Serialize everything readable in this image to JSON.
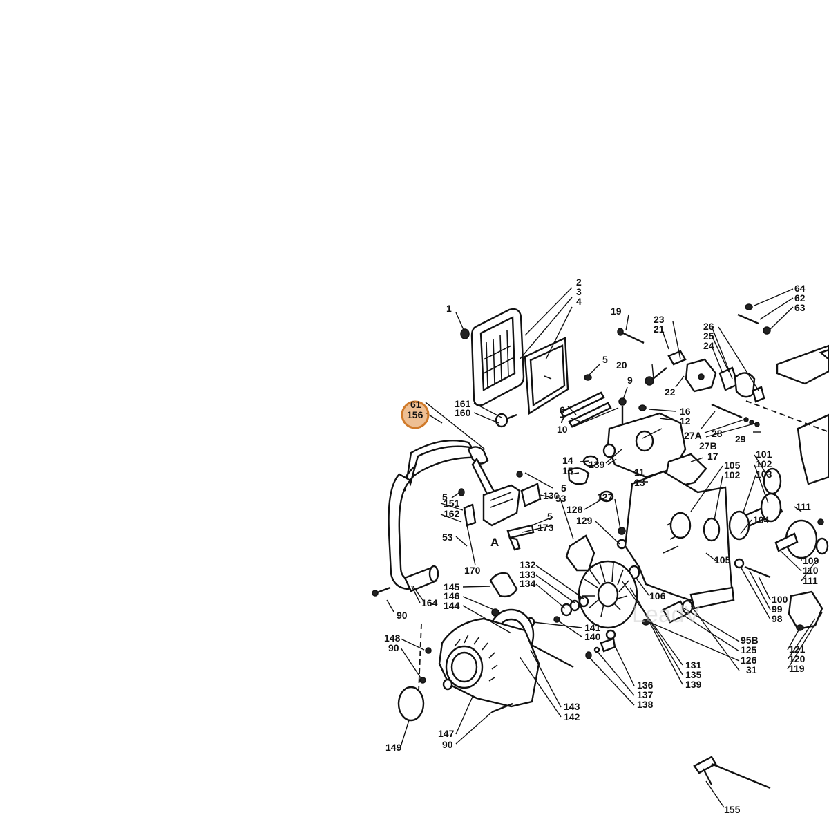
{
  "diagram": {
    "highlight": {
      "color": "#e08a3a",
      "label": "156"
    },
    "watermark": "LeadV",
    "labels": {
      "l1": "1",
      "l2": "2",
      "l3": "3",
      "l4": "4",
      "l5a": "5",
      "l6": "6",
      "l7": "7",
      "l9": "9",
      "l10": "10",
      "l11": "11",
      "l12": "12",
      "l13": "13",
      "l14": "14",
      "l15": "15",
      "l16": "16",
      "l17": "17",
      "l19": "19",
      "l20": "20",
      "l21": "21",
      "l22": "22",
      "l23": "23",
      "l24": "24",
      "l25": "25",
      "l26": "26",
      "l27a": "27A",
      "l27b": "27B",
      "l28": "28",
      "l29": "29",
      "l61": "61",
      "l62": "62",
      "l63": "63",
      "l64": "64",
      "l160": "160",
      "l161": "161",
      "l5b": "5",
      "l5c": "5",
      "l5d": "5",
      "l53a": "53",
      "l53b": "53",
      "l151": "151",
      "l162": "162",
      "l170": "170",
      "lA": "A",
      "l173": "173",
      "l90a": "90",
      "l164": "164",
      "l90b": "90",
      "l148": "148",
      "l149": "149",
      "l147": "147",
      "l90c": "90",
      "l127": "127",
      "l128": "128",
      "l129": "129",
      "l130": "130",
      "l139a": "139",
      "l132": "132",
      "l133": "133",
      "l134": "134",
      "l145": "145",
      "l146": "146",
      "l144": "144",
      "l141": "141",
      "l140": "140",
      "l143": "143",
      "l142": "142",
      "l136": "136",
      "l137": "137",
      "l138": "138",
      "l131": "131",
      "l135": "135",
      "l139b": "139",
      "l106": "106",
      "l101": "101",
      "l102a": "102",
      "l103": "103",
      "l105a": "105",
      "l102b": "102",
      "l104": "104",
      "l105b": "105",
      "l111a": "111",
      "l109": "109",
      "l110": "110",
      "l111b": "111",
      "l100": "100",
      "l99": "99",
      "l98": "98",
      "l95b": "95B",
      "l125": "125",
      "l126": "126",
      "l31": "31",
      "l121": "121",
      "l120": "120",
      "l119": "119",
      "l155": "155"
    }
  }
}
